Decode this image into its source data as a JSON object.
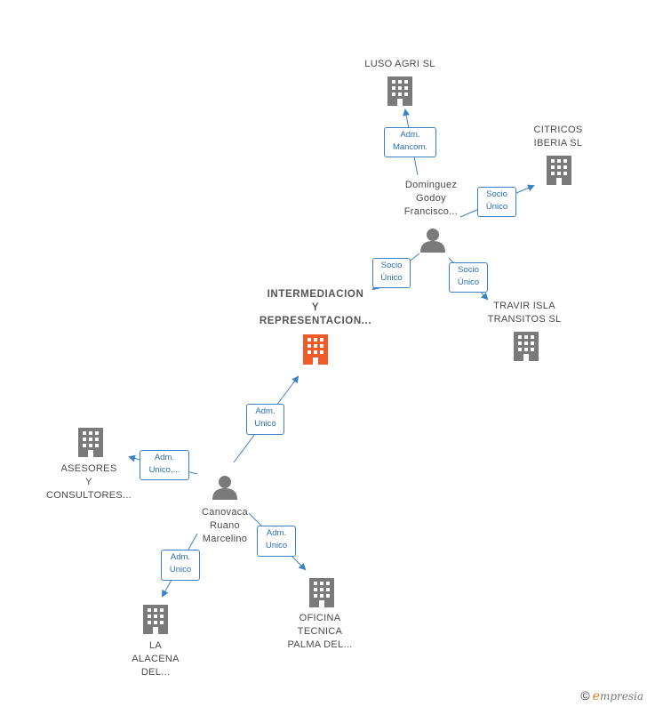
{
  "colors": {
    "edge": "#3b82c9",
    "company": "#7a7a7a",
    "main_company": "#f05a28",
    "person": "#7a7a7a"
  },
  "nodes": {
    "intermediacion": {
      "label": "INTERMEDIACION\nY\nREPRESENTACION...",
      "icon": "building-icon"
    },
    "luso_agri": {
      "label": "LUSO AGRI  SL",
      "icon": "building-icon"
    },
    "citricos_iberia": {
      "label": "CITRICOS\nIBERIA  SL",
      "icon": "building-icon"
    },
    "travir_isla": {
      "label": "TRAVIR ISLA\nTRANSITOS SL",
      "icon": "building-icon"
    },
    "asesores": {
      "label": "ASESORES\nY\nCONSULTORES...",
      "icon": "building-icon"
    },
    "la_alacena": {
      "label": "LA\nALACENA\nDEL...",
      "icon": "building-icon"
    },
    "oficina_tecnica": {
      "label": "OFICINA\nTECNICA\nPALMA DEL...",
      "icon": "building-icon"
    },
    "dominguez": {
      "label": "Dominguez\nGodoy\nFrancisco...",
      "icon": "person-icon"
    },
    "canovaca": {
      "label": "Canovaca\nRuano\nMarcelino",
      "icon": "person-icon"
    }
  },
  "edges": {
    "adm_mancom": "Adm.\nMancom.",
    "socio_citricos": "Socio\nÚnico",
    "socio_intermediacion": "Socio\nÚnico",
    "socio_travir": "Socio\nÚnico",
    "adm_intermediacion": "Adm.\nUnico",
    "adm_asesores": "Adm.\nUnico,...",
    "adm_alacena": "Adm.\nUnico",
    "adm_oficina": "Adm.\nUnico"
  },
  "footer": {
    "copyright": "©",
    "brand_first": "e",
    "brand_rest": "mpresia"
  }
}
